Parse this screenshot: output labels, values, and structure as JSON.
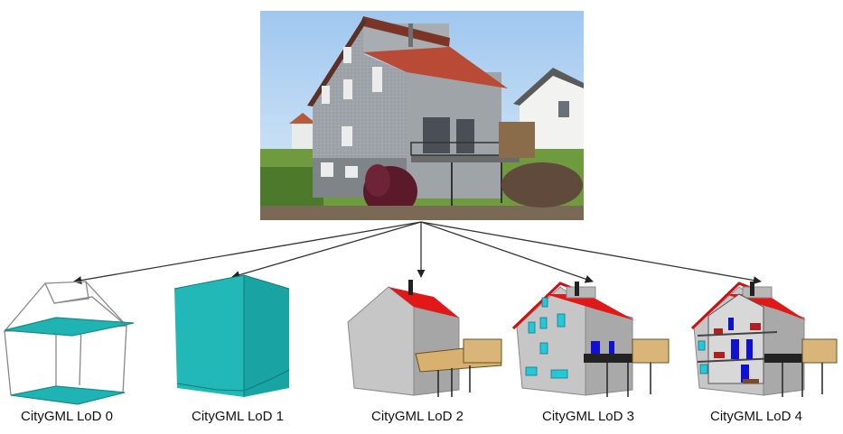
{
  "photo": {
    "subject": "house-photograph"
  },
  "models": [
    {
      "id": "lod0",
      "label": "CityGML LoD 0"
    },
    {
      "id": "lod1",
      "label": "CityGML LoD 1"
    },
    {
      "id": "lod2",
      "label": "CityGML LoD 2"
    },
    {
      "id": "lod3",
      "label": "CityGML LoD 3"
    },
    {
      "id": "lod4",
      "label": "CityGML LoD 4"
    }
  ],
  "colors": {
    "teal": "#1fb3b3",
    "wall_gray": "#b4b4b4",
    "roof_red": "#e01010",
    "window_cyan": "#25c8d8",
    "door_blue": "#1010d0",
    "balcony_wood": "#d8b070"
  }
}
